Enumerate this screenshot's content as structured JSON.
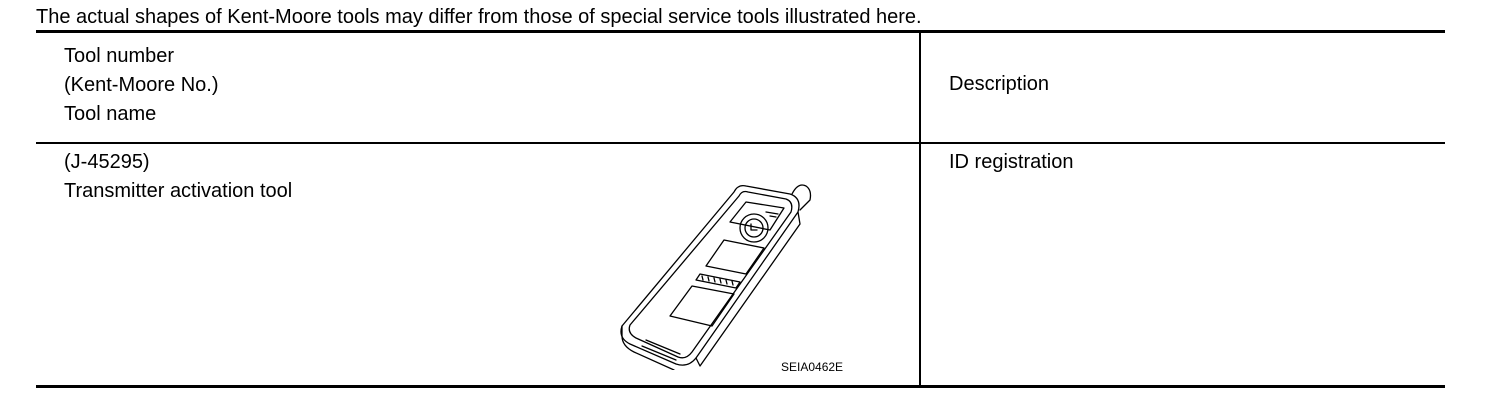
{
  "note": "The actual shapes of Kent-Moore tools may differ from those of special service tools illustrated here.",
  "table": {
    "header": {
      "tool_number": "Tool number",
      "kent_moore_no": "(Kent-Moore No.)",
      "tool_name": "Tool name",
      "description": "Description"
    },
    "rows": [
      {
        "kent_moore_no": "(J-45295)",
        "tool_name": "Transmitter activation tool",
        "description": "ID registration",
        "figure_code": "SEIA0462E"
      }
    ]
  }
}
